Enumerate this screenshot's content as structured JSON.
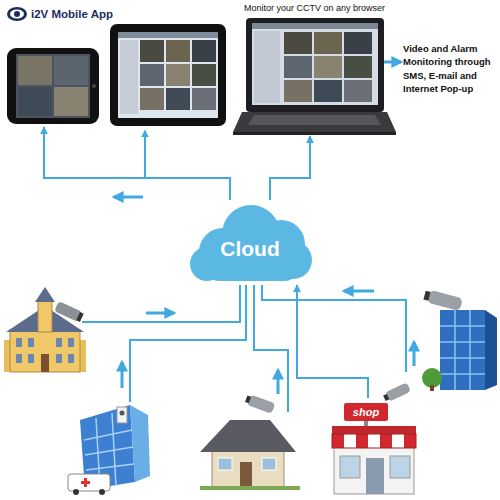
{
  "diagram": {
    "nodes": [
      {
        "text": [
          "i2V Mobile App"
        ]
      },
      {
        "text": [
          "Monitor your CCTV on any browser"
        ]
      },
      {
        "text": [
          "Cloud"
        ]
      },
      {
        "text": [
          "shop"
        ]
      }
    ],
    "edges": [
      {
        "from": 2,
        "to": 0,
        "arrow": "to"
      },
      {
        "from": 2,
        "to": 1,
        "arrow": "to"
      },
      {
        "from": 3,
        "to": 2,
        "arrow": "to"
      }
    ],
    "labels": [
      "Video and Alarm Monitoring through SMS, E-mail and Internet Pop-up"
    ]
  }
}
